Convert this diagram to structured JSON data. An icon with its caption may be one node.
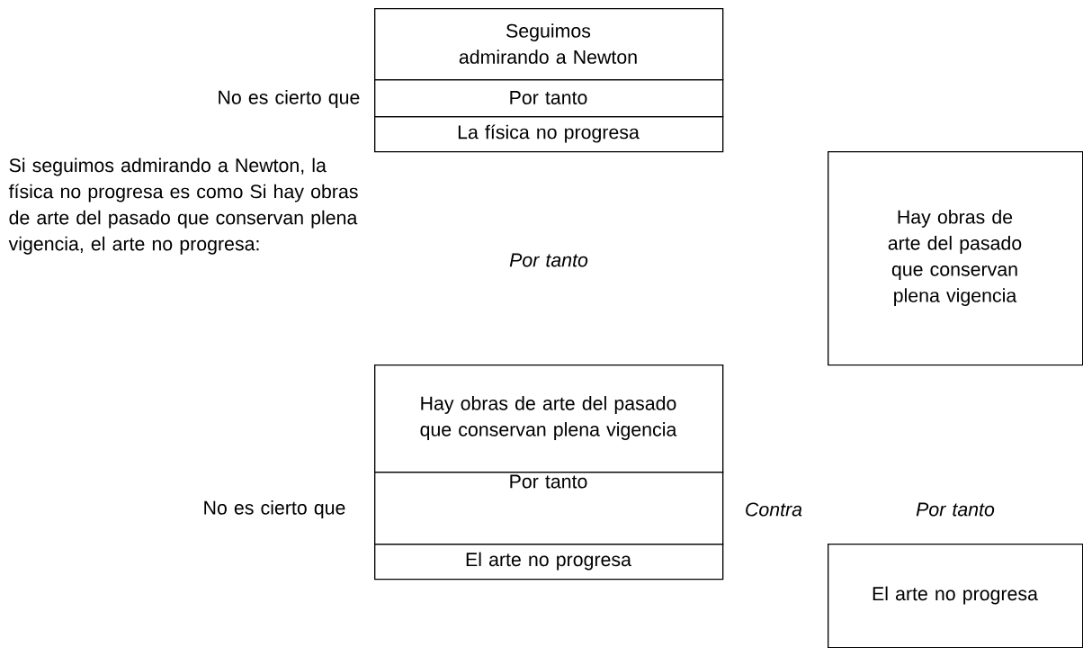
{
  "diagram": {
    "nodes": [
      {
        "text": [
          "Seguimos admirando a Newton"
        ]
      },
      {
        "text": [
          "Por tanto"
        ]
      },
      {
        "text": [
          "La física no progresa"
        ]
      },
      {
        "text": [
          "Hay obras de arte del pasado que conservan plena vigencia"
        ]
      },
      {
        "text": [
          "Hay obras de arte del pasado que conservan plena vigencia"
        ]
      },
      {
        "text": [
          "Por tanto"
        ]
      },
      {
        "text": [
          "El arte no progresa"
        ]
      },
      {
        "text": [
          "El arte no progresa"
        ]
      }
    ],
    "edges": [],
    "labels": [
      "No es cierto que",
      "Si seguimos admirando a Newton, la física no progresa es como Si hay obras de arte del pasado que conservan plena vigencia, el arte no progresa:",
      "Por tanto",
      "No es cierto que",
      "Contra",
      "Por tanto"
    ]
  }
}
